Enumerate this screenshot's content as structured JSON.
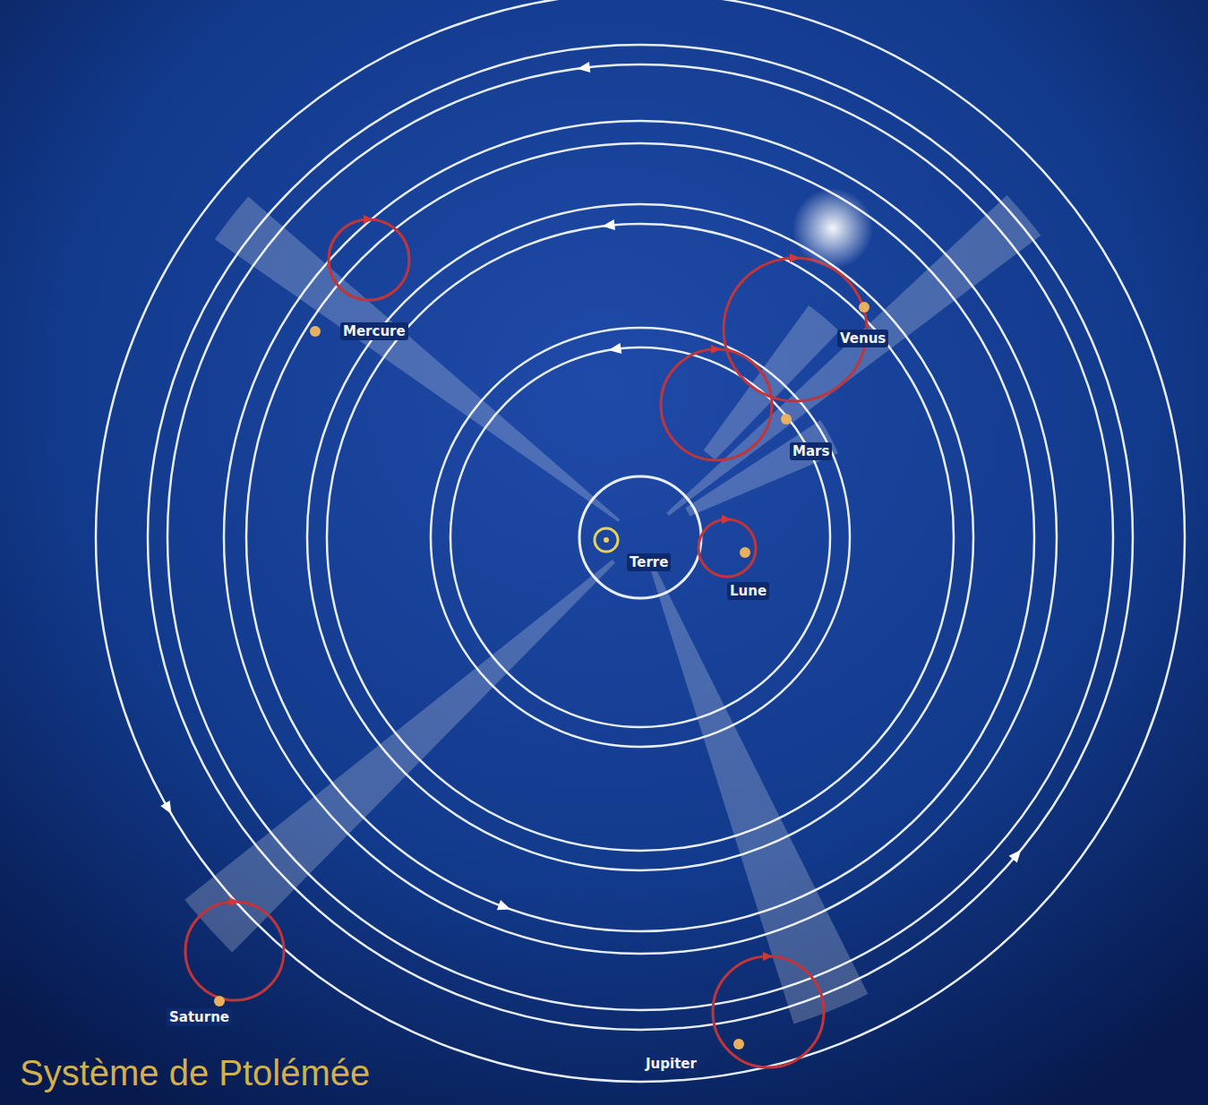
{
  "diagram": {
    "title": "Système de Ptolémée",
    "labels": [
      "Mercure",
      "Venus",
      "Mars",
      "Terre",
      "Lune",
      "Saturne",
      "Jupiter"
    ]
  }
}
